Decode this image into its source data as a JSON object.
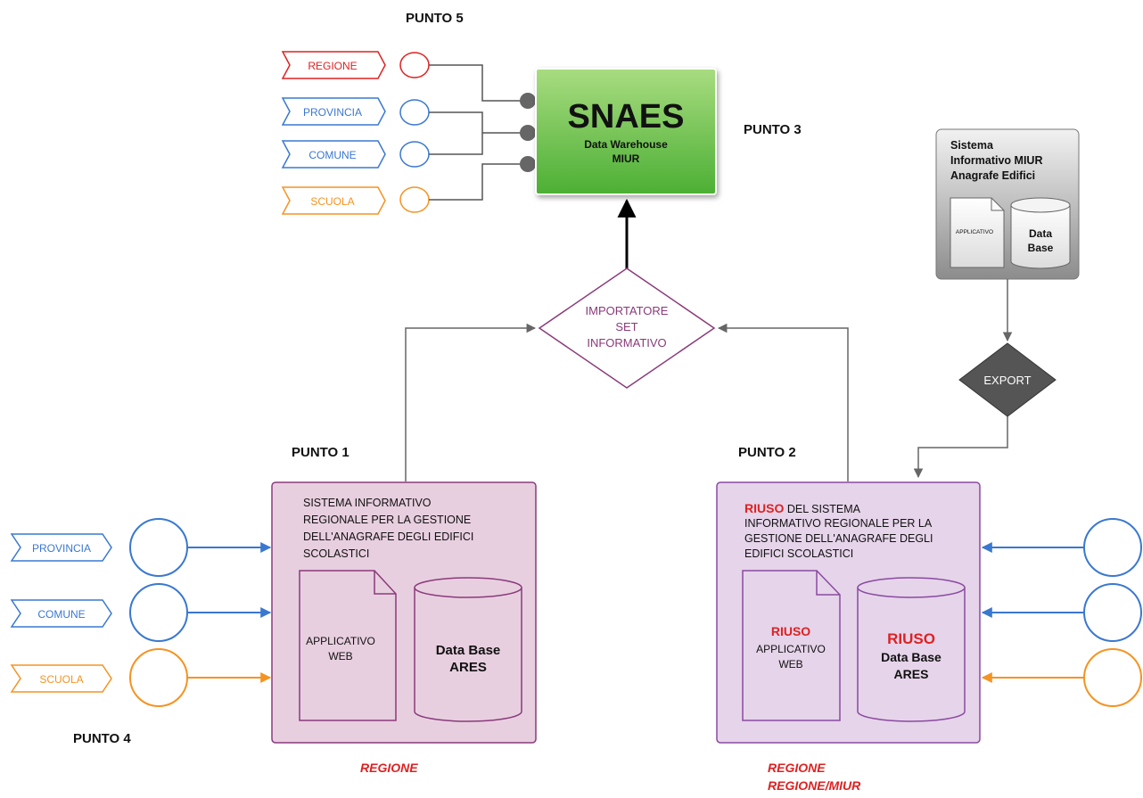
{
  "labels": {
    "punto5": "PUNTO 5",
    "punto3": "PUNTO 3",
    "punto1": "PUNTO 1",
    "punto2": "PUNTO 2",
    "punto4": "PUNTO 4",
    "regione_left": "REGIONE",
    "regione_right_1": "REGIONE",
    "regione_right_2": "REGIONE/MIUR"
  },
  "top_tags": {
    "regione": "REGIONE",
    "provincia": "PROVINCIA",
    "comune": "COMUNE",
    "scuola": "SCUOLA"
  },
  "snaes": {
    "title": "SNAES",
    "line1": "Data Warehouse",
    "line2": "MIUR"
  },
  "miur_system": {
    "line1": "Sistema",
    "line2": "Informativo MIUR",
    "line3": "Anagrafe Edifici",
    "doc_label": "APPLICATIVO",
    "db_line1": "Data",
    "db_line2": "Base"
  },
  "importatore": {
    "line1": "IMPORTATORE",
    "line2": "SET",
    "line3": "INFORMATIVO"
  },
  "export_label": "EXPORT",
  "left_system": {
    "line1": "SISTEMA INFORMATIVO",
    "line2": "REGIONALE PER LA GESTIONE",
    "line3": "DELL'ANAGRAFE DEGLI EDIFICI",
    "line4": "SCOLASTICI",
    "app_line1": "APPLICATIVO",
    "app_line2": "WEB",
    "db_line1": "Data Base",
    "db_line2": "ARES"
  },
  "right_system": {
    "riuso": "RIUSO",
    "line1_rest": "DEL SISTEMA",
    "line2": "INFORMATIVO REGIONALE PER LA",
    "line3": "GESTIONE DELL'ANAGRAFE DEGLI",
    "line4": "EDIFICI SCOLASTICI",
    "app_riuso": "RIUSO",
    "app_line1": "APPLICATIVO",
    "app_line2": "WEB",
    "db_riuso": "RIUSO",
    "db_line1": "Data Base",
    "db_line2": "ARES"
  },
  "left_tags": {
    "provincia": "PROVINCIA",
    "comune": "COMUNE",
    "scuola": "SCUOLA"
  },
  "colors": {
    "red": "#dd2222",
    "blue": "#3a78d0",
    "orange": "#f59322",
    "purple_border": "#8a3a8a",
    "purple_fill": "#e8cfe0",
    "purple_fill_right": "#e6d4ea",
    "green_top": "#9fd67a",
    "green_bottom": "#4fb33a",
    "gray_dark": "#555555",
    "arrow_gray": "#666666"
  }
}
